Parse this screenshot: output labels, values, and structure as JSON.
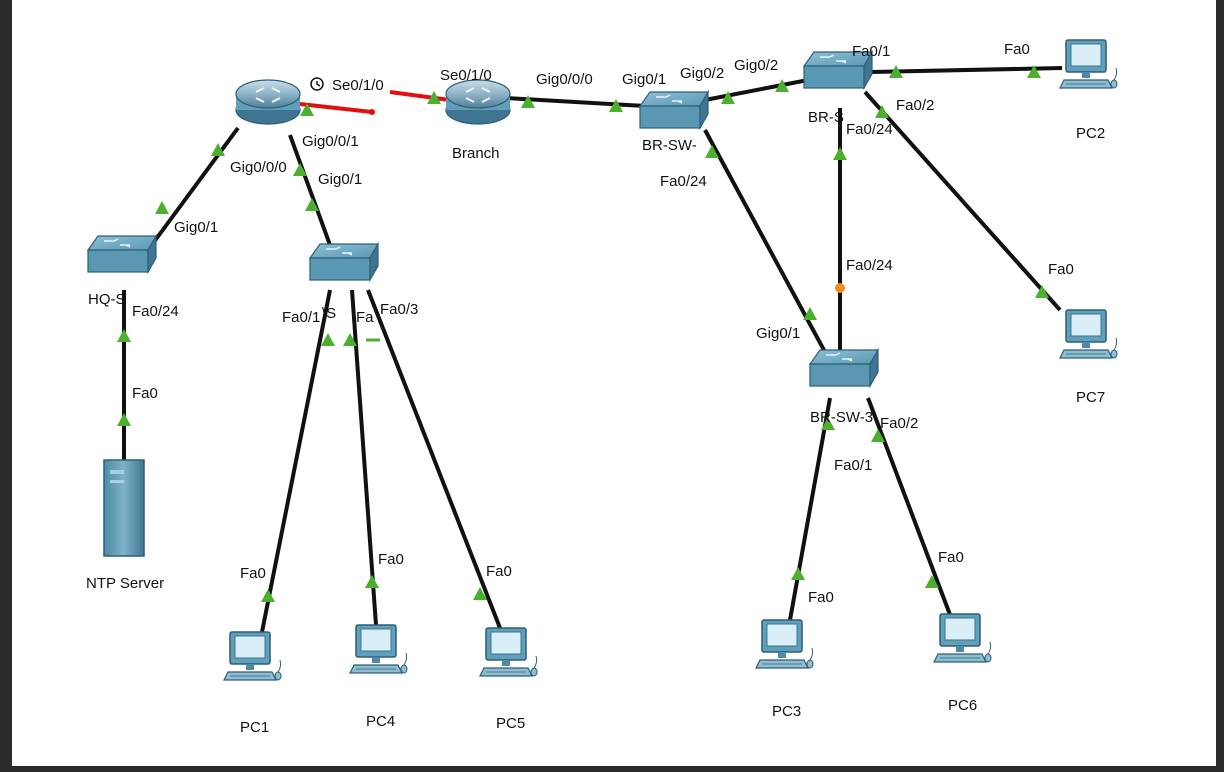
{
  "devices": {
    "hq_switch": "HQ-S",
    "hq_lan_switch": "\\S",
    "branch": "Branch",
    "br_sw1": "BR-SW-",
    "br_sw2": "BR-S",
    "br_sw3": "BR-SW-3",
    "ntp": "NTP Server",
    "pc1": "PC1",
    "pc2": "PC2",
    "pc3": "PC3",
    "pc4": "PC4",
    "pc5": "PC5",
    "pc6": "PC6",
    "pc7": "PC7"
  },
  "ports": {
    "hq_se010": "Se0/1/0",
    "br_se010": "Se0/1/0",
    "br_gig000": "Gig0/0/0",
    "brsw1_gig01": "Gig0/1",
    "brsw1_gig02": "Gig0/2",
    "brsw2_gig02": "Gig0/2",
    "brsw2_fa01": "Fa0/1",
    "pc2_fa0": "Fa0",
    "brsw2_fa02": "Fa0/2",
    "brsw2_fa024": "Fa0/24",
    "brsw1_fa024": "Fa0/24",
    "brsw3_fa024": "Fa0/24",
    "pc7_fa0": "Fa0",
    "brsw3_gig01": "Gig0/1",
    "brsw3_fa02": "Fa0/2",
    "brsw3_fa01": "Fa0/1",
    "pc3_fa0": "Fa0",
    "pc6_fa0": "Fa0",
    "hq_gig001": "Gig0/0/1",
    "hq_gig000": "Gig0/0/0",
    "hqlan_gig01": "Gig0/1",
    "hqsw_gig01": "Gig0/1",
    "hqsw_fa024": "Fa0/24",
    "ntp_fa0": "Fa0",
    "hqlan_fa01": "Fa0/1",
    "hqlan_fa": "Fa",
    "hqlan_fa03": "Fa0/3",
    "pc1_fa0": "Fa0",
    "pc4_fa0": "Fa0",
    "pc5_fa0": "Fa0"
  },
  "colors": {
    "link": "#111111",
    "serial": "#e01010",
    "up_indicator": "#4caf2e",
    "pending_indicator": "#f28c1e",
    "device_blue": "#5f9fba"
  }
}
